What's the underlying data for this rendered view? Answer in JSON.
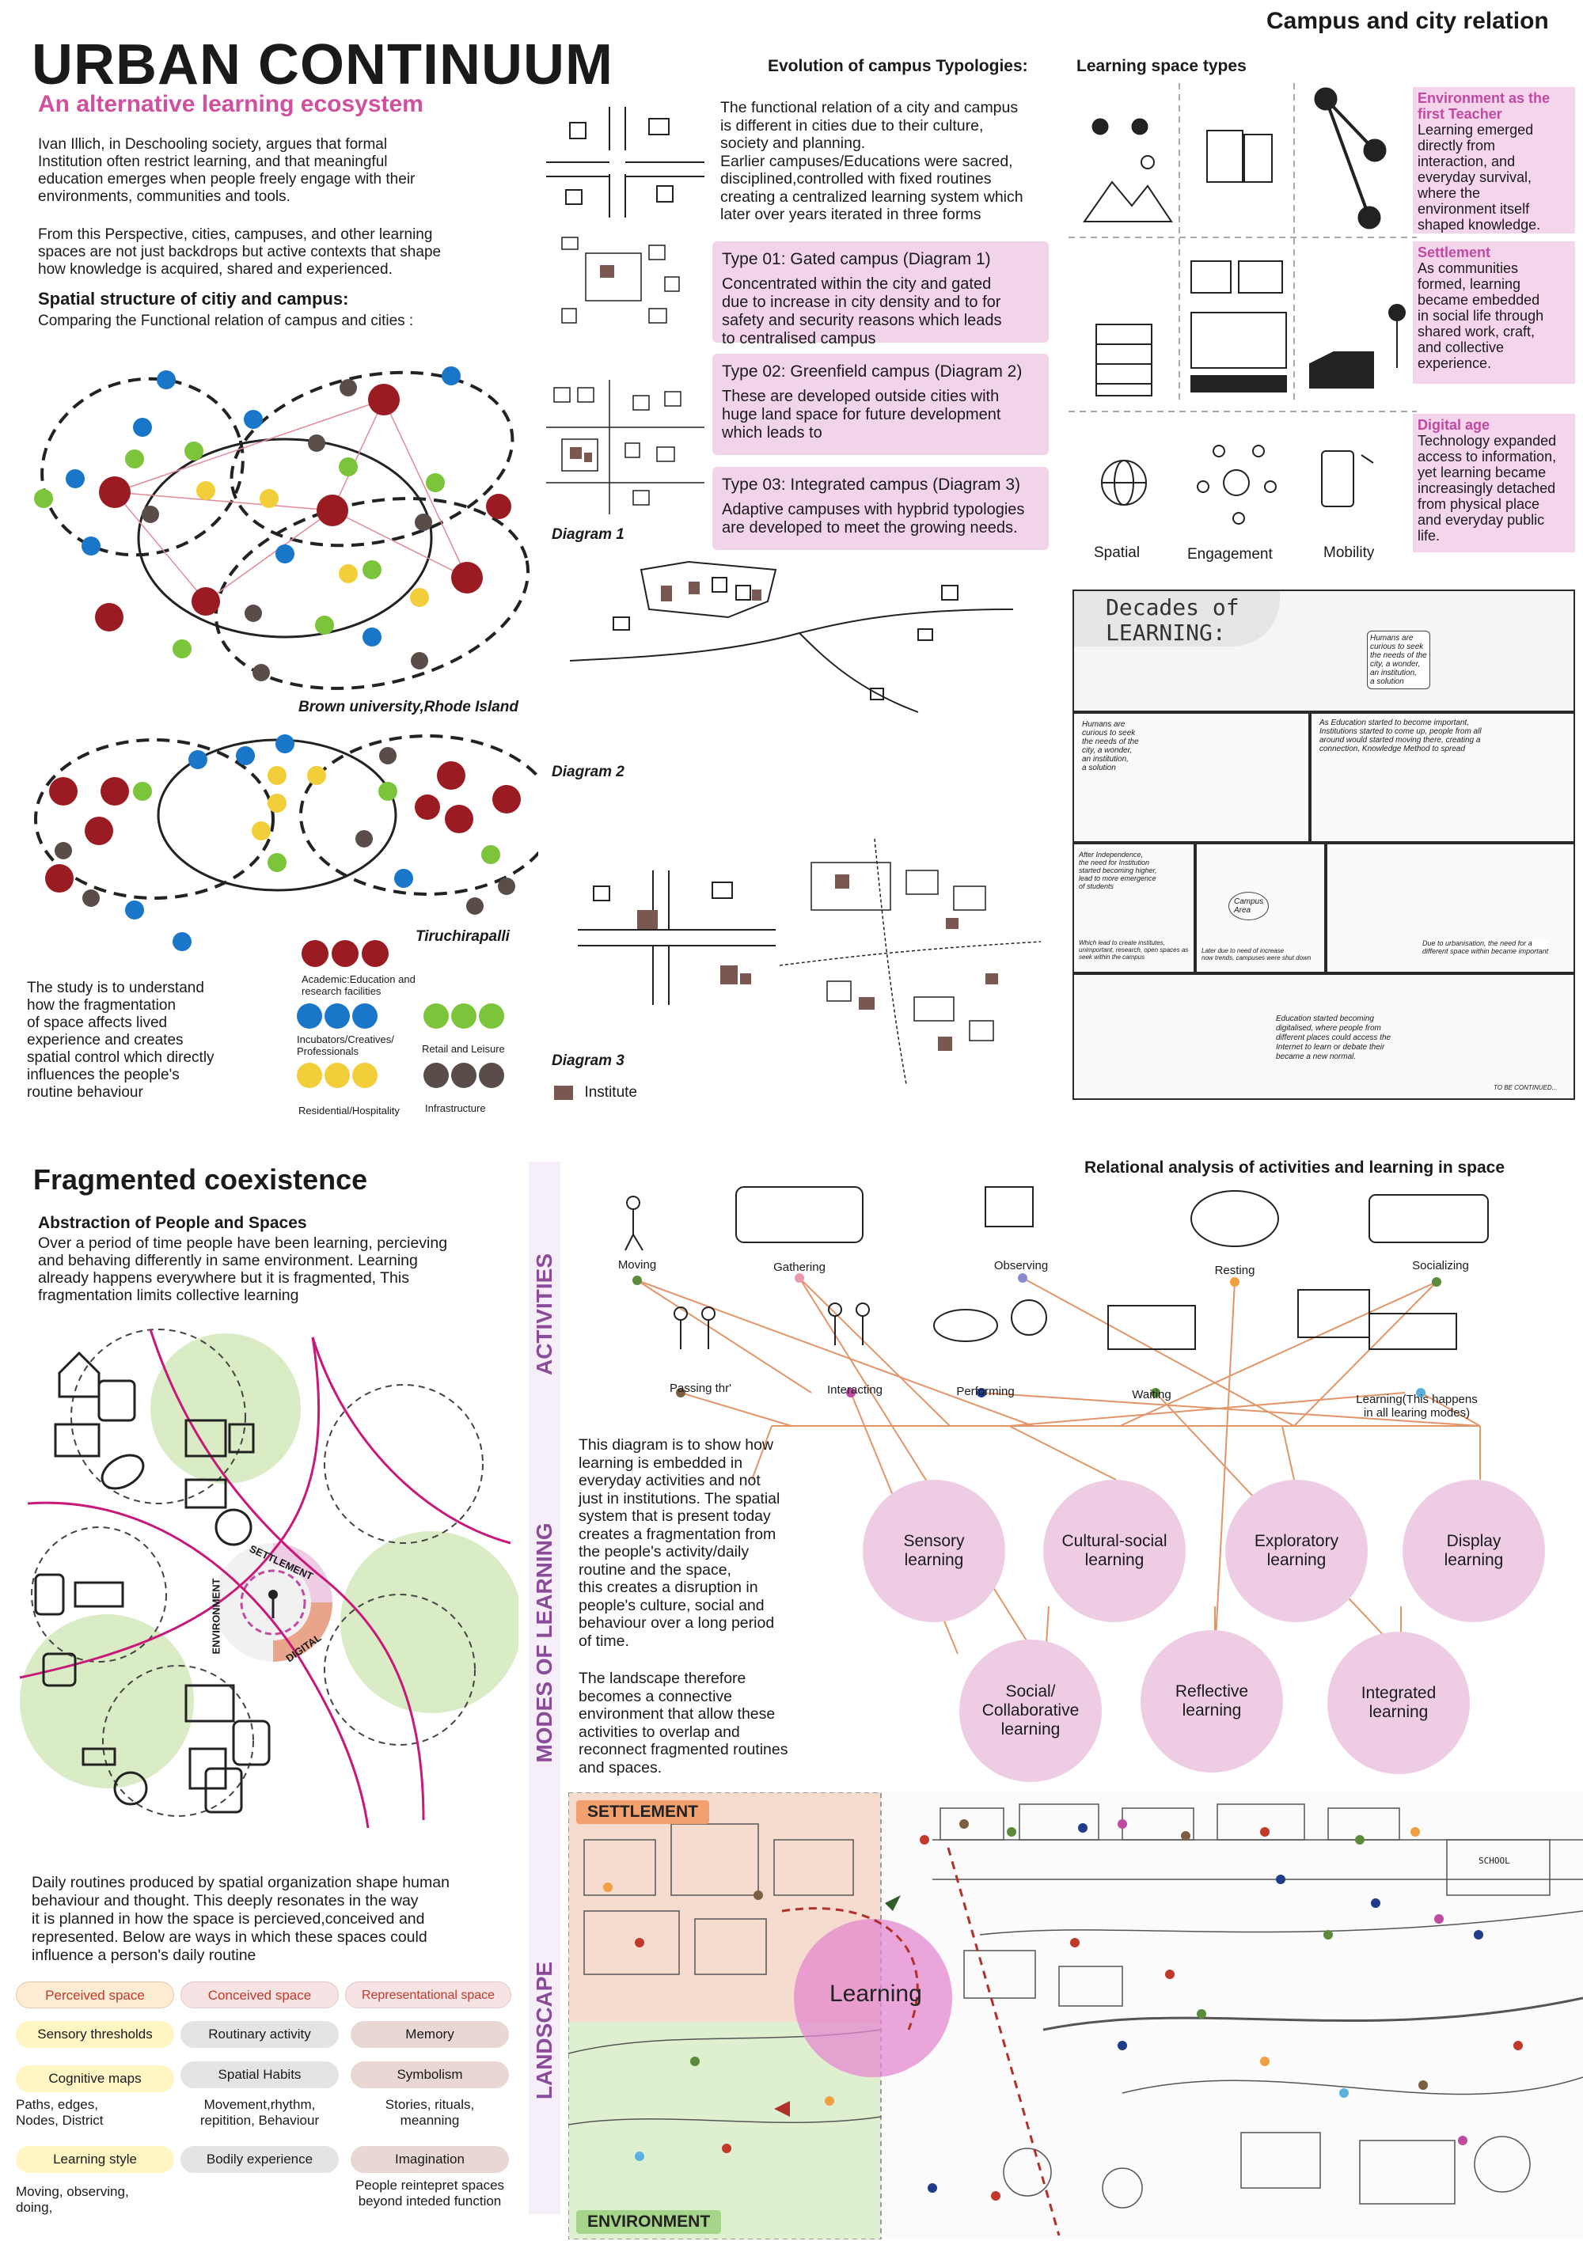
{
  "header": {
    "title": "URBAN CONTINUUM",
    "subtitle": "An alternative learning ecosystem",
    "top_right": "Campus and city relation"
  },
  "intro": {
    "p1": "Ivan Illich, in Deschooling society, argues that formal\nInstitution often restrict learning, and that meaningful\neducation emerges when people freely engage with their\nenvironments, communities and tools.",
    "p2": "From this Perspective, cities, campuses, and other learning\nspaces are not just backdrops but active contexts that shape\nhow knowledge is acquired, shared and experienced.",
    "spatial_heading": "Spatial structure of citiy and campus:",
    "spatial_sub": "Comparing the Functional relation of campus and cities :"
  },
  "venn": {
    "caption1": "Brown university,Rhode Island",
    "caption2": "Tiruchirapalli"
  },
  "study": {
    "text": "The study is to understand\nhow the fragmentation\nof space affects lived\nexperience and creates\nspatial control which directly\ninfluences the people's\nroutine behaviour"
  },
  "legend": {
    "academic": "Academic:Education and\nresearch facilities",
    "incubators": "Incubators/Creatives/\nProfessionals",
    "retail": "Retail and Leisure",
    "residential": "Residential/Hospitality",
    "infrastructure": "Infrastructure",
    "institute": "Institute"
  },
  "evolution": {
    "heading": "Evolution of campus Typologies:",
    "intro": "The functional relation of a city and campus\nis different in cities due to their culture,\nsociety and planning.\nEarlier campuses/Educations were sacred,\ndisciplined,controlled with fixed routines\ncreating a centralized learning system which\nlater over years iterated in three forms",
    "types": [
      {
        "title": "Type 01: Gated campus (Diagram 1)",
        "body": "Concentrated within the city and gated\ndue to increase in city density and to for\nsafety and security reasons which leads\nto centralised campus"
      },
      {
        "title": "Type 02: Greenfield campus (Diagram 2)",
        "body": "These are developed outside cities with\nhuge land space for future development\nwhich leads to"
      },
      {
        "title": "Type 03: Integrated campus (Diagram 3)",
        "body": "Adaptive campuses with hypbrid typologies\nare developed to meet the growing needs."
      }
    ],
    "diagram1": "Diagram 1",
    "diagram2": "Diagram 2",
    "diagram3": "Diagram 3"
  },
  "learning_types": {
    "heading": "Learning space types",
    "col_labels": [
      "Spatial",
      "Engagement",
      "Mobility"
    ],
    "boxes": [
      {
        "title": "Environment as the\nfirst Teacher",
        "body": "Learning emerged\ndirectly from\ninteraction, and\neveryday survival,\nwhere the\nenvironment itself\nshaped knowledge."
      },
      {
        "title": "Settlement",
        "body": "As communities\nformed, learning\nbecame embedded\nin social life through\nshared work, craft,\nand collective\nexperience."
      },
      {
        "title": "Digital age",
        "body": "Technology expanded\naccess to information,\nyet learning became\nincreasingly detached\nfrom physical place\nand everyday public\nlife."
      }
    ]
  },
  "comic": {
    "title": "Decades of\nLEARNING:",
    "notes": [
      "Humans are\ncurious to seek\nthe needs of the\ncity, a wonder,\nan institution,\na solution",
      "As Education started to become important,\nInstitutions started to come up, people from all\naround would started moving there, creating a\nconnection, Knowledge Method to spread",
      "After Independence,\nthe need for Institution\nstarted becoming higher,\nlead to more emergence\nof students",
      "Which lead to create institutes,\nunimportant, research, open spaces as\nseek within the campus",
      "Campus\nArea",
      "Later due to need of increase\nnow trends, campuses were shut down",
      "Due to urbanisation, the need for a\ndifferent space within became important",
      "Education started becoming\ndigitalised, where people from\ndifferent places could access the\nInternet to learn or debate their\nbecame a new normal.",
      "TO BE CONTINUED..."
    ]
  },
  "fragmented": {
    "heading": "Fragmented coexistence",
    "sub": "Abstraction of People and Spaces",
    "body": "Over a period of time people have been learning, percieving\nand behaving differently in same environment. Learning\nalready happens everywhere but it is fragmented, This\nfragmentation limits collective learning",
    "ring_labels": [
      "SETTLEMENT",
      "DIGITAL",
      "ENVIRONMENT"
    ],
    "routine_text": "Daily routines produced by spatial organization shape human\nbehaviour and thought. This deeply resonates in the way\nit is planned in how the space is percieved,conceived and\nrepresented. Below are ways in which these spaces could\ninfluence a person's daily routine"
  },
  "space_table": {
    "headers": [
      "Perceived space",
      "Conceived space",
      "Representational space"
    ],
    "rows": [
      [
        "Sensory thresholds",
        "Routinary activity",
        "Memory"
      ],
      [
        "Cognitive maps",
        "Spatial Habits",
        "Symbolism"
      ],
      [
        "Learning style",
        "Bodily experience",
        "Imagination"
      ]
    ],
    "subs": [
      [
        "Paths, edges,\nNodes, District",
        "Movement,rhythm,\nrepitition, Behaviour",
        "Stories, rituals,\nmeanning"
      ],
      [
        "Moving, observing,\ndoing,",
        "",
        "People reintepret spaces\nbeyond inteded function"
      ]
    ]
  },
  "vertical": {
    "activities": "ACTIVITIES",
    "modes": "MODES OF LEARNING",
    "landscape": "LANDSCAPE"
  },
  "relational": {
    "heading": "Relational analysis of activities and learning in space",
    "activities_row1": [
      "Moving",
      "Gathering",
      "Observing",
      "Resting",
      "Socializing"
    ],
    "activities_row2": [
      "Passing thr'",
      "Interacting",
      "Performing",
      "Waiting",
      "Learning(This happens\nin all learing modes)"
    ],
    "modes_row1": [
      "Sensory\nlearning",
      "Cultural-social\nlearning",
      "Exploratory\nlearning",
      "Display\nlearning"
    ],
    "modes_row2": [
      "Social/\nCollaborative\nlearning",
      "Reflective\nlearning",
      "Integrated\nlearning"
    ],
    "diagram_text": "This diagram is to show how\nlearning is embedded in\neveryday activities and not\njust in institutions. The spatial\nsystem that is present today\ncreates a fragmentation from\nthe people's activity/daily\nroutine and the space,\nthis creates a disruption in\npeople's culture, social and\nbehaviour over a long period\nof time.",
    "landscape_text": "The landscape therefore\nbecomes a connective\nenvironment that allow these\nactivities to overlap and\nreconnect fragmented routines\nand spaces."
  },
  "landscape": {
    "settlement": "SETTLEMENT",
    "environment": "ENVIRONMENT",
    "learning": "Learning",
    "school_sign": "SCHOOL"
  },
  "colors": {
    "pink_accent": "#c04aa0",
    "box_pink": "#f2d4ea",
    "green": "#d9ecc6",
    "academic_red": "#9b1b22",
    "blue": "#1976c8",
    "lime": "#7cc43a",
    "yellow": "#f2cf3a",
    "gray": "#5a4c48",
    "institute": "#7a5750",
    "purple_vertical": "#8a4b9a"
  }
}
